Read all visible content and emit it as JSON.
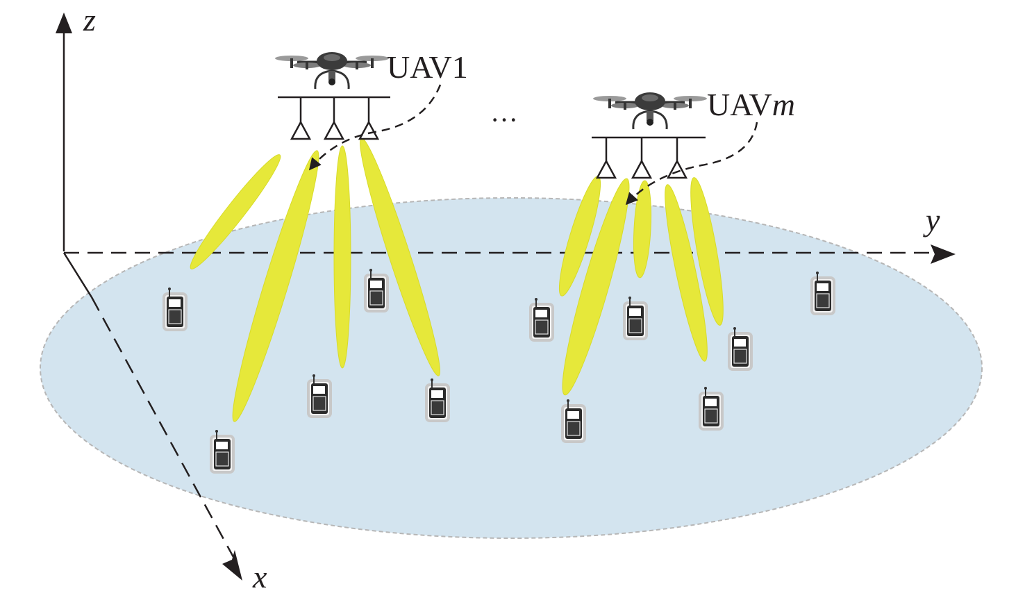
{
  "axes": {
    "x_label": "x",
    "y_label": "y",
    "z_label": "z"
  },
  "uavs": [
    {
      "label_prefix": "UAV",
      "label_index": "1"
    },
    {
      "label_prefix": "UAV",
      "label_index": "m"
    }
  ],
  "ellipsis": "···",
  "colors": {
    "ground": "#d3e4ef",
    "ground_edge": "#b6b6b6",
    "beam": "#e6e83a",
    "ink": "#231f20"
  },
  "icons": {
    "uav": "quadcopter-drone-icon",
    "antenna": "triangle-antenna-icon",
    "user": "mobile-phone-icon"
  }
}
